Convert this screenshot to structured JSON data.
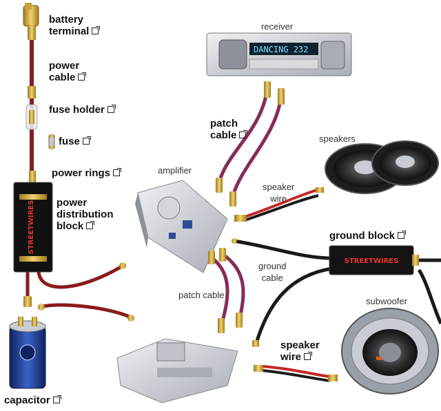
{
  "labels": {
    "battery_terminal": [
      "battery",
      "terminal"
    ],
    "power_cable": [
      "power",
      "cable"
    ],
    "fuse_holder": "fuse holder",
    "fuse": "fuse",
    "power_rings": "power rings",
    "power_distribution_block": [
      "power",
      "distribution",
      "block"
    ],
    "capacitor": "capacitor",
    "receiver": "receiver",
    "patch_cable_top": [
      "patch",
      "cable"
    ],
    "speakers": "speakers",
    "amplifier": "amplifier",
    "speaker_wire_top": [
      "speaker",
      "wire"
    ],
    "ground_block": "ground block",
    "ground_cable": [
      "ground",
      "cable"
    ],
    "patch_cable_bottom": "patch cable",
    "subwoofer": "subwoofer",
    "speaker_wire_bottom": [
      "speaker",
      "wire"
    ]
  },
  "receiver_display": "DANCING  232",
  "colors": {
    "power_red": "#8b1a1a",
    "patch_purple": "#8a2a5a",
    "gold": "#d4a93a",
    "black_cable": "#1a1a1a",
    "silver": "#c9ccd2",
    "capacitor_blue": "#1b3a8a"
  }
}
